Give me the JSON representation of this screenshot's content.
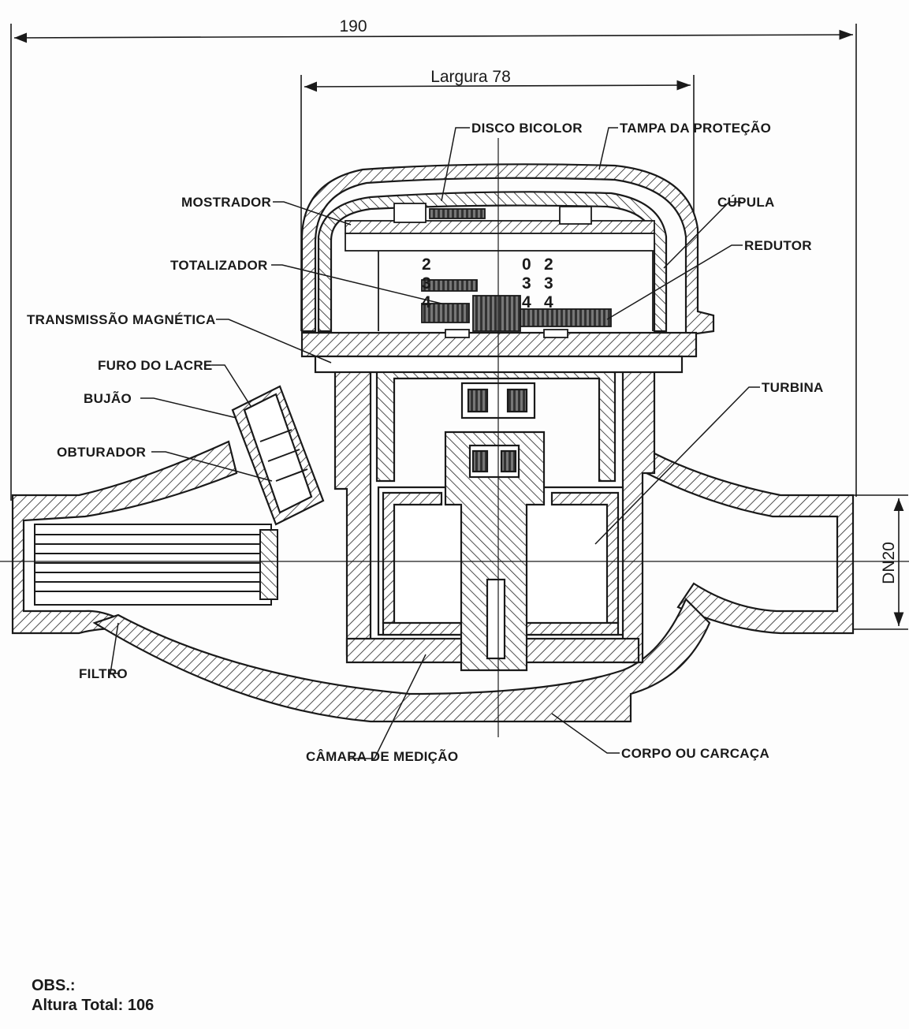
{
  "dimensions": {
    "total_length": "190",
    "width": "Largura 78",
    "nominal_diameter": "DN20"
  },
  "labels": {
    "disco_bicolor": "DISCO BICOLOR",
    "tampa_protecao": "TAMPA DA PROTEÇÃO",
    "mostrador": "MOSTRADOR",
    "cupula": "CÚPULA",
    "redutor": "REDUTOR",
    "totalizador": "TOTALIZADOR",
    "transmissao_magnetica": "TRANSMISSÃO MAGNÉTICA",
    "furo_do_lacre": "FURO DO LACRE",
    "bujao": "BUJÃO",
    "obturador": "OBTURADOR",
    "turbina": "TURBINA",
    "filtro": "FILTRO",
    "camara_de_medicao": "CÂMARA DE MEDIÇÃO",
    "corpo_ou_carcaca": "CORPO OU CARCAÇA"
  },
  "counter_digits": {
    "left": [
      "2",
      "3",
      "4"
    ],
    "right_a": [
      "0",
      "3",
      "4"
    ],
    "right_b": [
      "2",
      "3",
      "4"
    ]
  },
  "notes": {
    "obs": "OBS.:",
    "altura_total": "Altura Total: 106"
  }
}
